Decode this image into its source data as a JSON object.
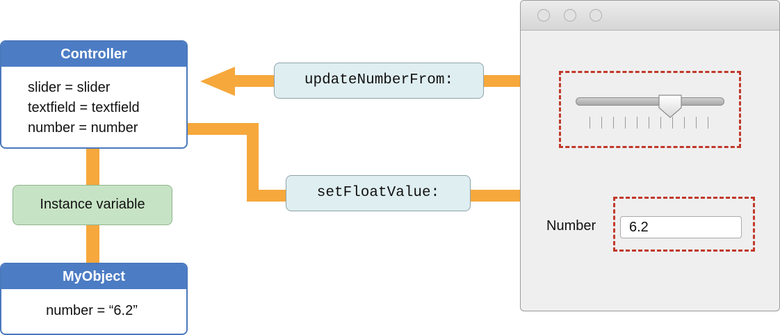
{
  "controller": {
    "title": "Controller",
    "lines": [
      "slider = slider",
      "textfield = textfield",
      "number = number"
    ]
  },
  "ivar_label": "Instance variable",
  "myobject": {
    "title": "MyObject",
    "line": "number = “6.2”"
  },
  "messages": {
    "update": "updateNumberFrom:",
    "set": "setFloatValue:"
  },
  "window": {
    "number_label": "Number",
    "number_value": "6.2",
    "slider_value_fraction": 0.68,
    "slider_tick_count": 11
  },
  "colors": {
    "connector": "#f6a83c",
    "object_header": "#4c7cc4",
    "ivar_fill": "#c7e3c5",
    "message_fill": "#dfeef1",
    "selection_dash": "#c0392b"
  }
}
